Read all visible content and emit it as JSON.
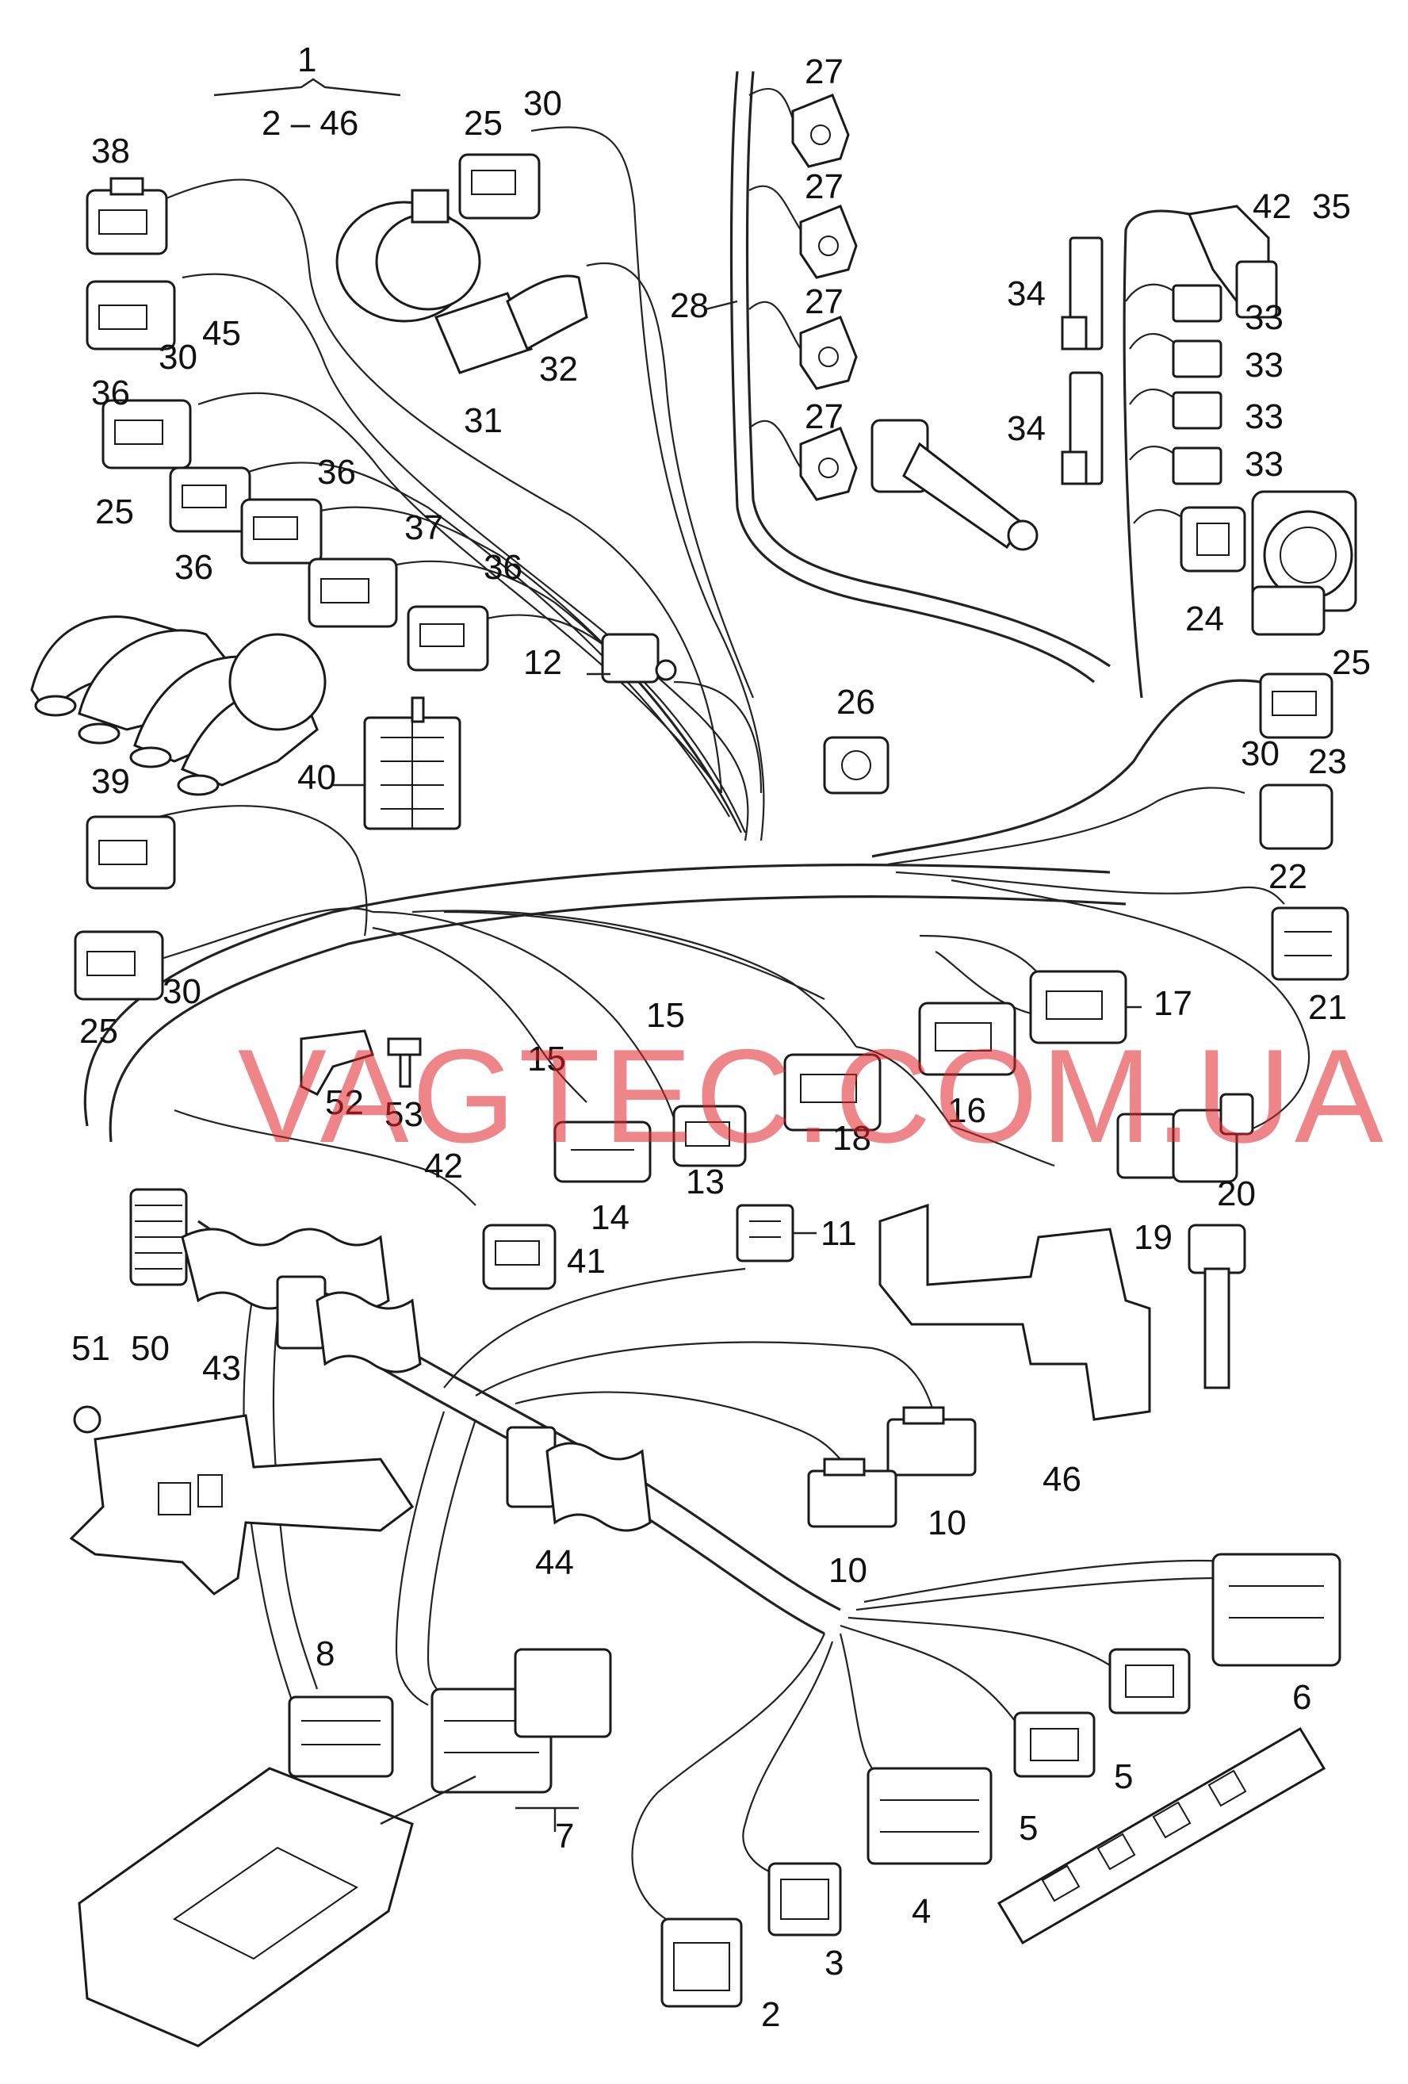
{
  "watermark": "VAGTEC.COM.UA",
  "group_header": {
    "main": "1",
    "range": "2 – 46"
  },
  "callouts": {
    "c2": "2",
    "c3": "3",
    "c4": "4",
    "c5a": "5",
    "c5b": "5",
    "c6": "6",
    "c7": "7",
    "c8": "8",
    "c10a": "10",
    "c10b": "10",
    "c11": "11",
    "c12": "12",
    "c13": "13",
    "c14": "14",
    "c15a": "15",
    "c15b": "15",
    "c16": "16",
    "c17": "17",
    "c18": "18",
    "c19": "19",
    "c20": "20",
    "c21": "21",
    "c22": "22",
    "c23": "23",
    "c24": "24",
    "c25a": "25",
    "c25b": "25",
    "c25c": "25",
    "c25d": "25",
    "c26": "26",
    "c27a": "27",
    "c27b": "27",
    "c27c": "27",
    "c27d": "27",
    "c28": "28",
    "c30a": "30",
    "c30b": "30",
    "c30c": "30",
    "c30d": "30",
    "c31": "31",
    "c32": "32",
    "c33a": "33",
    "c33b": "33",
    "c33c": "33",
    "c33d": "33",
    "c34a": "34",
    "c34b": "34",
    "c35": "35",
    "c36a": "36",
    "c36b": "36",
    "c36c": "36",
    "c36d": "36",
    "c37": "37",
    "c38": "38",
    "c39": "39",
    "c40": "40",
    "c41": "41",
    "c42a": "42",
    "c42b": "42",
    "c43": "43",
    "c44": "44",
    "c45": "45",
    "c46": "46",
    "c50": "50",
    "c51": "51",
    "c52": "52",
    "c53": "53"
  }
}
